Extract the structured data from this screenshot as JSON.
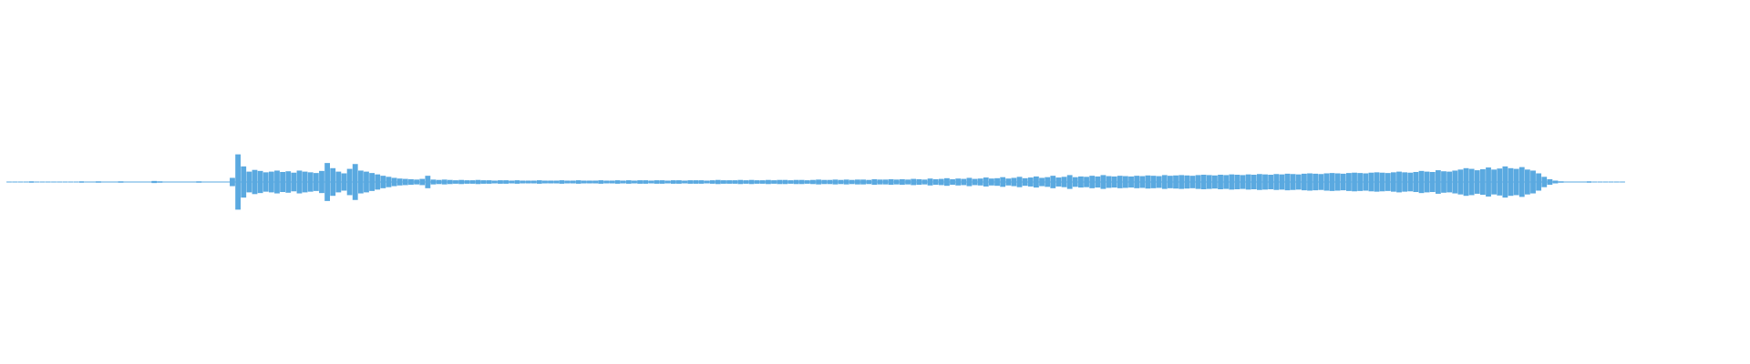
{
  "waveform": {
    "color": "#5aa9e0",
    "background": "#ffffff",
    "peaks": [
      0.01,
      0.01,
      0.01,
      0.01,
      0.02,
      0.01,
      0.01,
      0.01,
      0.01,
      0.01,
      0.01,
      0.01,
      0.01,
      0.02,
      0.01,
      0.01,
      0.02,
      0.01,
      0.01,
      0.01,
      0.02,
      0.01,
      0.01,
      0.01,
      0.01,
      0.01,
      0.03,
      0.02,
      0.01,
      0.01,
      0.01,
      0.01,
      0.01,
      0.01,
      0.02,
      0.01,
      0.01,
      0.01,
      0.01,
      0.01,
      0.12,
      0.8,
      0.45,
      0.3,
      0.35,
      0.32,
      0.28,
      0.3,
      0.33,
      0.29,
      0.31,
      0.27,
      0.33,
      0.3,
      0.28,
      0.26,
      0.32,
      0.55,
      0.4,
      0.3,
      0.25,
      0.38,
      0.52,
      0.33,
      0.3,
      0.26,
      0.22,
      0.18,
      0.15,
      0.12,
      0.1,
      0.09,
      0.08,
      0.07,
      0.09,
      0.18,
      0.07,
      0.06,
      0.07,
      0.06,
      0.05,
      0.06,
      0.05,
      0.05,
      0.06,
      0.05,
      0.05,
      0.04,
      0.05,
      0.05,
      0.04,
      0.05,
      0.04,
      0.04,
      0.04,
      0.05,
      0.04,
      0.04,
      0.04,
      0.05,
      0.04,
      0.04,
      0.05,
      0.04,
      0.04,
      0.04,
      0.05,
      0.04,
      0.04,
      0.05,
      0.04,
      0.05,
      0.04,
      0.05,
      0.05,
      0.04,
      0.05,
      0.05,
      0.04,
      0.05,
      0.05,
      0.04,
      0.05,
      0.05,
      0.05,
      0.04,
      0.05,
      0.06,
      0.05,
      0.05,
      0.05,
      0.06,
      0.05,
      0.06,
      0.05,
      0.05,
      0.06,
      0.05,
      0.06,
      0.06,
      0.05,
      0.06,
      0.06,
      0.05,
      0.06,
      0.07,
      0.06,
      0.06,
      0.07,
      0.06,
      0.07,
      0.06,
      0.07,
      0.07,
      0.06,
      0.08,
      0.07,
      0.07,
      0.08,
      0.07,
      0.08,
      0.07,
      0.09,
      0.08,
      0.07,
      0.1,
      0.08,
      0.09,
      0.11,
      0.08,
      0.1,
      0.09,
      0.12,
      0.09,
      0.1,
      0.13,
      0.1,
      0.11,
      0.14,
      0.1,
      0.12,
      0.15,
      0.11,
      0.13,
      0.16,
      0.12,
      0.14,
      0.18,
      0.13,
      0.15,
      0.2,
      0.14,
      0.16,
      0.15,
      0.18,
      0.16,
      0.2,
      0.17,
      0.16,
      0.18,
      0.17,
      0.16,
      0.18,
      0.17,
      0.19,
      0.18,
      0.17,
      0.2,
      0.18,
      0.19,
      0.2,
      0.19,
      0.18,
      0.2,
      0.21,
      0.2,
      0.19,
      0.21,
      0.2,
      0.22,
      0.21,
      0.2,
      0.22,
      0.21,
      0.23,
      0.22,
      0.21,
      0.23,
      0.22,
      0.24,
      0.23,
      0.22,
      0.24,
      0.25,
      0.24,
      0.23,
      0.25,
      0.26,
      0.25,
      0.24,
      0.26,
      0.27,
      0.26,
      0.25,
      0.27,
      0.28,
      0.27,
      0.26,
      0.28,
      0.3,
      0.28,
      0.27,
      0.29,
      0.32,
      0.3,
      0.29,
      0.34,
      0.31,
      0.3,
      0.33,
      0.36,
      0.4,
      0.38,
      0.34,
      0.37,
      0.42,
      0.36,
      0.39,
      0.45,
      0.4,
      0.38,
      0.43,
      0.36,
      0.33,
      0.25,
      0.15,
      0.08,
      0.04,
      0.02,
      0.01,
      0.01,
      0.01,
      0.01,
      0.02,
      0.01,
      0.01,
      0.01,
      0.01,
      0.01,
      0.01
    ]
  }
}
